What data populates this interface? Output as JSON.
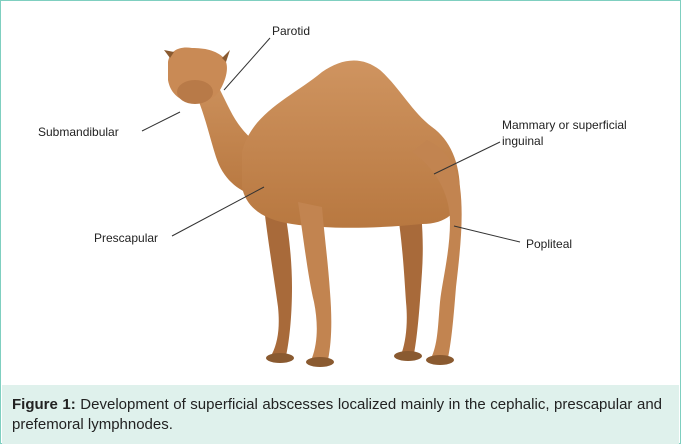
{
  "figure": {
    "labels": {
      "parotid": "Parotid",
      "submandibular": "Submandibular",
      "mammary_line1": "Mammary or superficial",
      "mammary_line2": "inguinal",
      "prescapular": "Prescapular",
      "popliteal": "Popliteal"
    },
    "colors": {
      "camel_body": "#c98a55",
      "camel_shadow": "#a86a3a",
      "leader_line": "#333333"
    },
    "image_subject": "camel"
  },
  "caption": {
    "label": "Figure 1:",
    "text": "Development of superficial abscesses localized mainly in the cephalic, prescapular and prefemoral lymphnodes."
  },
  "colors": {
    "frame_border": "#7fcfc0",
    "caption_background": "#dff1ec"
  }
}
